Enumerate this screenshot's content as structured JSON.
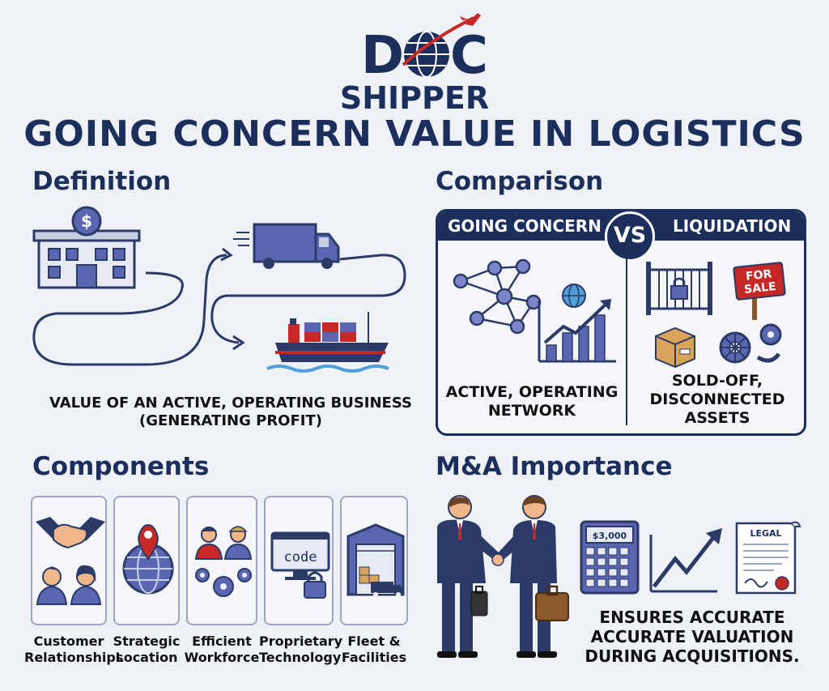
{
  "logo": {
    "line1_left": "D",
    "line1_right": "C",
    "line2": "SHIPPER"
  },
  "title": "GOING CONCERN VALUE IN LOGISTICS",
  "definition": {
    "heading": "Definition",
    "caption_line1": "VALUE OF AN ACTIVE, OPERATING BUSINESS",
    "caption_line2": "(GENERATING PROFIT)"
  },
  "comparison": {
    "heading": "Comparison",
    "left_label": "GOING CONCERN",
    "vs": "VS",
    "right_label": "LIQUIDATION",
    "left_caption_line1": "ACTIVE, OPERATING",
    "left_caption_line2": "NETWORK",
    "right_caption_line1": "SOLD-OFF,",
    "right_caption_line2": "DISCONNECTED",
    "right_caption_line3": "ASSETS",
    "sign_line1": "FOR",
    "sign_line2": "SALE"
  },
  "components": {
    "heading": "Components",
    "items": [
      {
        "line1": "Customer",
        "line2": "Relationships",
        "icon": "handshake-people-icon"
      },
      {
        "line1": "Strategic",
        "line2": "Location",
        "icon": "globe-pin-icon"
      },
      {
        "line1": "Efficient",
        "line2": "Workforce",
        "icon": "workers-gears-icon"
      },
      {
        "line1": "Proprietary",
        "line2": "Technology",
        "icon": "code-lock-icon"
      },
      {
        "line1": "Fleet &",
        "line2": "Facilities",
        "icon": "warehouse-truck-icon"
      }
    ],
    "code_text": "code"
  },
  "ma": {
    "heading": "M&A Importance",
    "calculator_display": "$3,000",
    "document_label": "LEGAL",
    "caption_line1": "ENSURES ACCURATE",
    "caption_line2": "ACCURATE VALUATION",
    "caption_line3": "DURING ACQUISITIONS."
  },
  "colors": {
    "navy": "#1c2f5c",
    "red": "#c62828",
    "background": "#eef2f7",
    "accent_blue": "#5b66b0"
  }
}
